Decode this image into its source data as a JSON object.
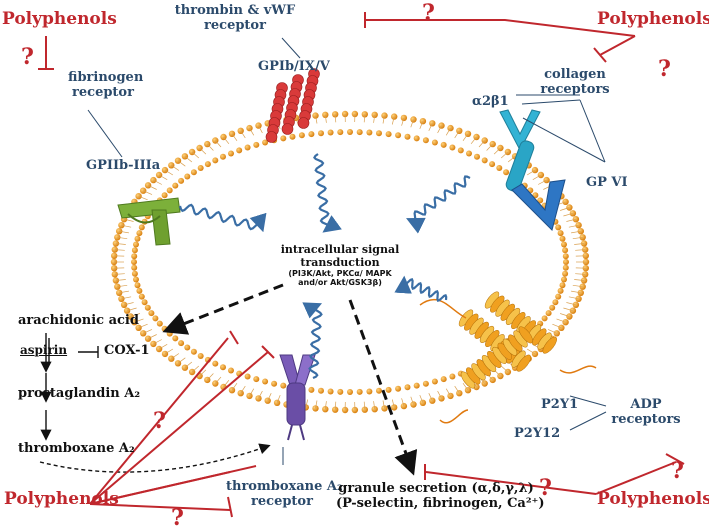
{
  "polyphenols": "Polyphenols",
  "question": "?",
  "receptors": {
    "fibrinogen": {
      "name": "GPIIb-IIIa",
      "desc_line1": "fibrinogen",
      "desc_line2": "receptor"
    },
    "thrombin": {
      "name": "GPIb/IX/V",
      "desc_line1": "thrombin & vWF",
      "desc_line2": "receptor"
    },
    "collagen": {
      "name1": "α2β1",
      "name2": "GP VI",
      "desc_line1": "collagen",
      "desc_line2": "receptors"
    },
    "adp": {
      "name1": "P2Y1",
      "name2": "P2Y12",
      "desc_line1": "ADP",
      "desc_line2": "receptors"
    },
    "thromboxane": {
      "desc_line1": "thromboxane A₂",
      "desc_line2": "receptor"
    }
  },
  "signal": {
    "line1": "intracellular signal",
    "line2": "transduction",
    "line3": "(PI3K/Akt, PKCα/ MAPK",
    "line4": "and/or Akt/GSK3β)"
  },
  "pathway": {
    "step1": "arachidonic acid",
    "inhibitor": "aspirin",
    "step2": "COX-1",
    "step3": "prostaglandin A₂",
    "step4": "thromboxane A₂"
  },
  "secretion": {
    "line1": "granule secretion (α,δ,γ,λ)",
    "line2": "(P-selectin, fibrinogen, Ca²⁺)"
  },
  "colors": {
    "membrane_bead": "#e8981e",
    "polyphenol_red": "#c0272d",
    "label_blue": "#2b4a6b",
    "signal_blue": "#3a6ea5",
    "gpiib": "#7cb03a",
    "gpib": "#d93a3a",
    "alpha2b1": "#33b3d4",
    "gpvi": "#2e76c4",
    "p2y": "#f0a020",
    "txa2": "#7a5cb8"
  }
}
